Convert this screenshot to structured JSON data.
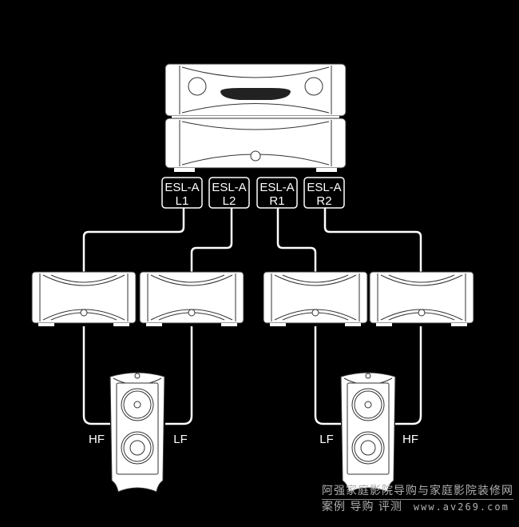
{
  "diagram": {
    "title": "Bi-amplified stereo system connection",
    "outputs": [
      {
        "line1": "ESL-A",
        "line2": "L1"
      },
      {
        "line1": "ESL-A",
        "line2": "L2"
      },
      {
        "line1": "ESL-A",
        "line2": "R1"
      },
      {
        "line1": "ESL-A",
        "line2": "R2"
      }
    ],
    "speaker_left": {
      "left_label": "HF",
      "right_label": "LF"
    },
    "speaker_right": {
      "left_label": "LF",
      "right_label": "HF"
    },
    "colors": {
      "background": "#000000",
      "device": "#ffffff",
      "cable": "#ffffff"
    }
  },
  "watermark": {
    "line1": "阿强家庭影院导购与家庭影院装修网",
    "line2": "案例 导购 评测",
    "url": "www.av269.com"
  }
}
